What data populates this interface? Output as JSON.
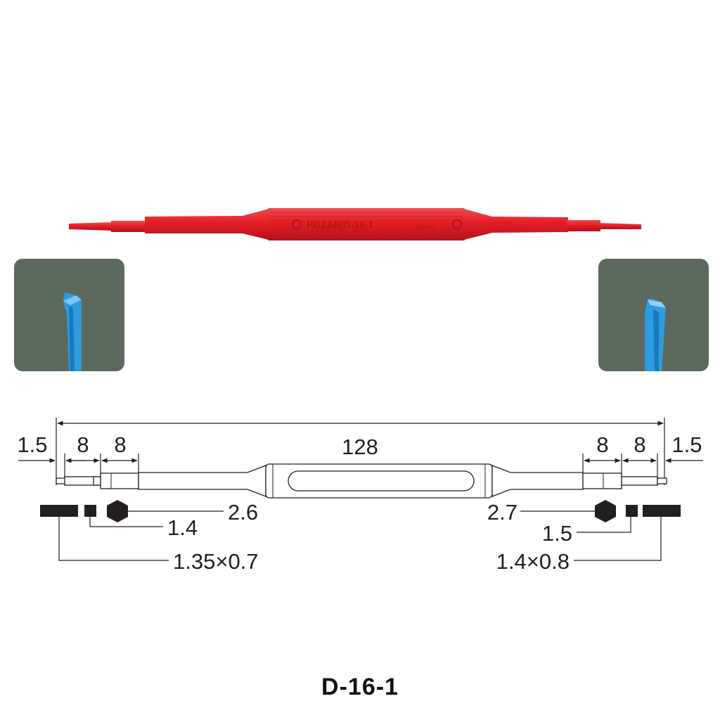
{
  "colors": {
    "driver_red": "#e8202a",
    "inset_background": "#5c6a5e",
    "tip_blue": "#2f9ae0",
    "drawing_line": "#231f20"
  },
  "photo": {
    "engraving": "HOZAN/D-16-1",
    "country": "JAPAN"
  },
  "dimensions": {
    "overall_length": "128",
    "left_tip_length": "1.5",
    "left_step_1": "8",
    "left_step_2": "8",
    "right_step_1": "8",
    "right_step_2": "8",
    "right_tip_length": "1.5",
    "left_hex": "2.6",
    "left_square": "1.4",
    "left_blade": "1.35×0.7",
    "right_hex": "2.7",
    "right_square": "1.5",
    "right_blade": "1.4×0.8"
  },
  "model": "D-16-1"
}
